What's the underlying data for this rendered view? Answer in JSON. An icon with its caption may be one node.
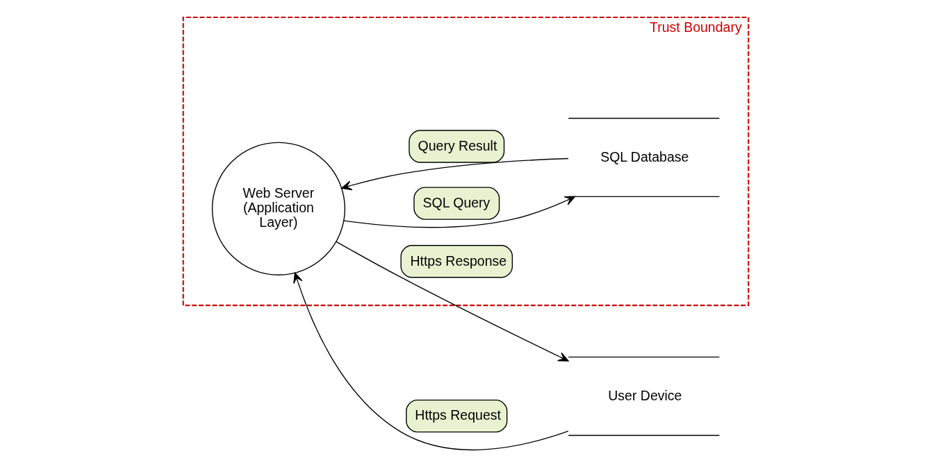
{
  "diagram": {
    "nodes": [
      {
        "text": [
          "Trust Boundary"
        ]
      },
      {
        "text": [
          "User Device"
        ]
      },
      {
        "text": [
          "Web Server (Application Layer)"
        ],
        "in": 0
      },
      {
        "text": [
          "SQL Database"
        ],
        "in": 0
      }
    ],
    "edges": [
      {
        "from": 1,
        "to": 2,
        "arrow": "to",
        "label": "Https Request"
      },
      {
        "from": 2,
        "to": 1,
        "arrow": "to",
        "label": "Https Response"
      },
      {
        "from": 2,
        "to": 3,
        "arrow": "to",
        "label": "SQL Query"
      },
      {
        "from": 3,
        "to": 2,
        "arrow": "to",
        "label": "Query Result"
      }
    ]
  }
}
